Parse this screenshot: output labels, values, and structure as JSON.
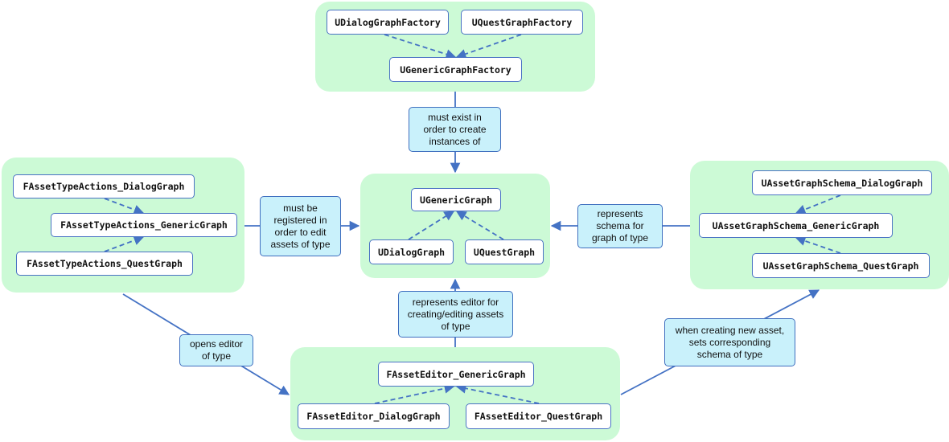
{
  "groups": {
    "factory": {
      "dialog": "UDialogGraphFactory",
      "quest": "UQuestGraphFactory",
      "generic": "UGenericGraphFactory"
    },
    "graph": {
      "generic": "UGenericGraph",
      "dialog": "UDialogGraph",
      "quest": "UQuestGraph"
    },
    "actions": {
      "dialog": "FAssetTypeActions_DialogGraph",
      "generic": "FAssetTypeActions_GenericGraph",
      "quest": "FAssetTypeActions_QuestGraph"
    },
    "schema": {
      "dialog": "UAssetGraphSchema_DialogGraph",
      "generic": "UAssetGraphSchema_GenericGraph",
      "quest": "UAssetGraphSchema_QuestGraph"
    },
    "editor": {
      "generic": "FAssetEditor_GenericGraph",
      "dialog": "FAssetEditor_DialogGraph",
      "quest": "FAssetEditor_QuestGraph"
    }
  },
  "edge_labels": {
    "factory_to_graph": "must exist in\norder to create\ninstances of",
    "actions_to_graph": "must be\nregistered in\norder to edit\nassets of type",
    "schema_to_graph": "represents\nschema for\ngraph of type",
    "editor_to_graph": "represents editor for\ncreating/editing assets\nof type",
    "actions_to_editor": "opens editor\nof type",
    "editor_to_schema": "when creating new asset,\nsets corresponding\nschema of type"
  },
  "colors": {
    "group_fill": "#ccfad6",
    "node_border": "#4a72c4",
    "label_fill": "#c9f1fb",
    "edge": "#4472c4"
  }
}
